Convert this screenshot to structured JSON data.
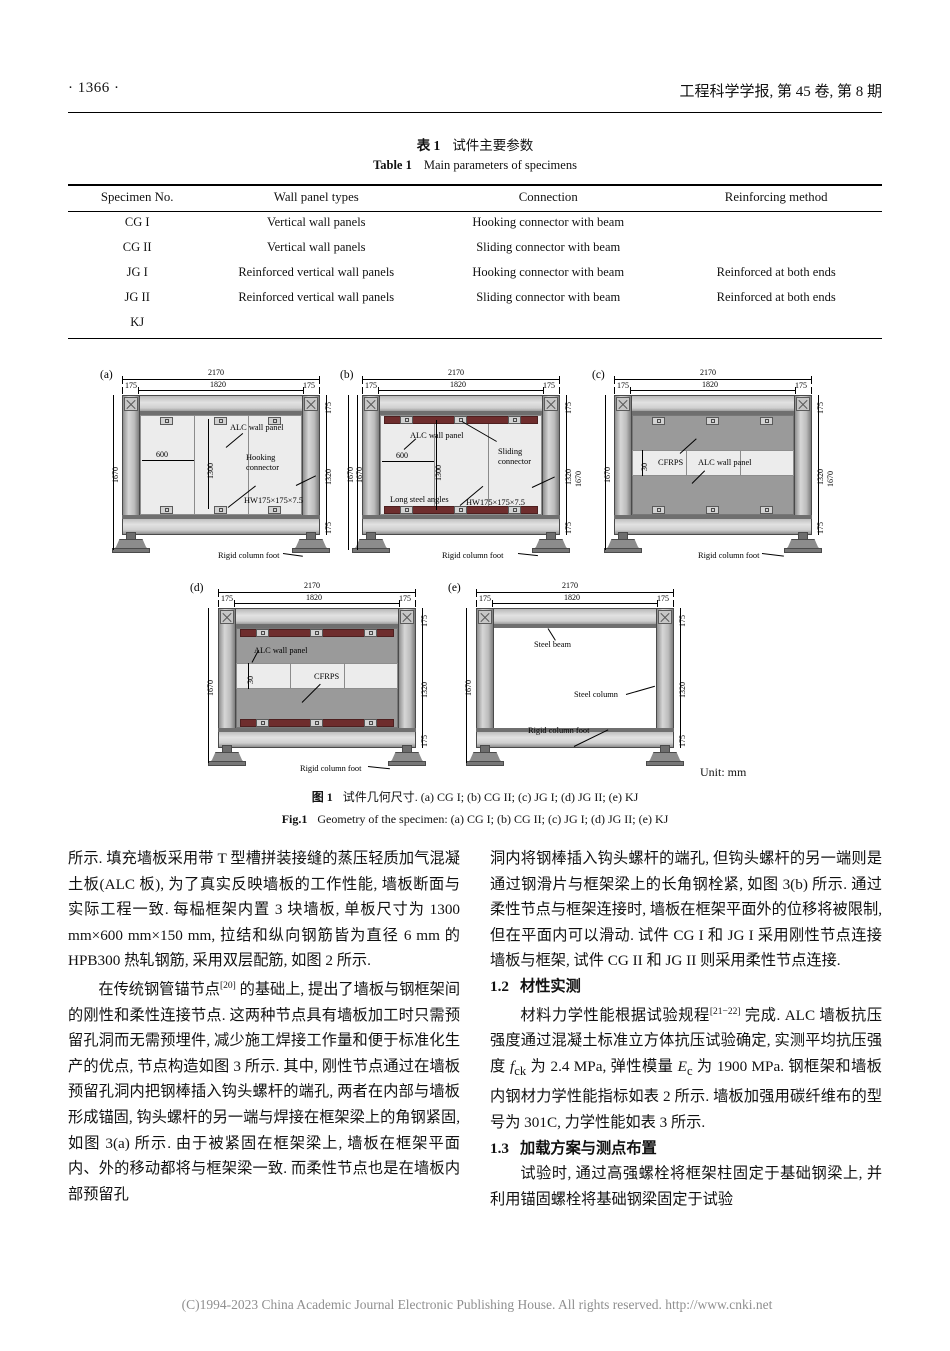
{
  "header": {
    "page_number": "· 1366 ·",
    "journal": "工程科学学报, 第 45 卷, 第 8 期"
  },
  "table1": {
    "caption_cn_label": "表 1",
    "caption_cn_text": "试件主要参数",
    "caption_en_label": "Table 1",
    "caption_en_text": "Main parameters of specimens",
    "columns": [
      "Specimen No.",
      "Wall panel types",
      "Connection",
      "Reinforcing method"
    ],
    "rows": [
      [
        "CG I",
        "Vertical wall panels",
        "Hooking connector with beam",
        ""
      ],
      [
        "CG II",
        "Vertical wall panels",
        "Sliding connector with beam",
        ""
      ],
      [
        "JG I",
        "Reinforced vertical wall panels",
        "Hooking connector with beam",
        "Reinforced at both ends"
      ],
      [
        "JG II",
        "Reinforced vertical wall panels",
        "Sliding connector with beam",
        "Reinforced at both ends"
      ],
      [
        "KJ",
        "",
        "",
        ""
      ]
    ]
  },
  "figure1": {
    "panel_labels": {
      "a": "(a)",
      "b": "(b)",
      "c": "(c)",
      "d": "(d)",
      "e": "(e)"
    },
    "unit_note": "Unit: mm",
    "dims": {
      "overall_width": "2170",
      "clear_width": "1820",
      "side_width": "175",
      "overall_height": "1670",
      "clear_height": "1320",
      "beam_depth": "175",
      "panel_width": "600",
      "panel_height": "1300",
      "cfrps_width": "30"
    },
    "annotations": {
      "alc": "ALC wall panel",
      "hooking": "Hooking\nconnector",
      "sliding": "Sliding\nconnector",
      "hw_section": "HW175×175×7.5",
      "long_steel_angles": "Long steel angles",
      "cfrps": "CFRPS",
      "rigid_foot": "Rigid column foot",
      "steel_beam": "Steel beam",
      "steel_column": "Steel column"
    },
    "caption_cn_label": "图 1",
    "caption_cn_text": "试件几何尺寸. (a) CG I; (b) CG II; (c) JG I; (d) JG II; (e) KJ",
    "caption_en_label": "Fig.1",
    "caption_en_text": "Geometry of the specimen: (a) CG I; (b) CG II; (c) JG I; (d) JG II; (e) KJ"
  },
  "body": {
    "left": {
      "p1": "所示. 填充墙板采用带 T 型槽拼装接缝的蒸压轻质加气混凝土板(ALC 板), 为了真实反映墙板的工作性能, 墙板断面与实际工程一致. 每榀框架内置 3 块墙板, 单板尺寸为 1300 mm×600 mm×150 mm, 拉结和纵向钢筋皆为直径 6 mm 的 HPB300 热轧钢筋, 采用双层配筋, 如图 2 所示.",
      "p2_a": "在传统钢管锚节点",
      "p2_sup": "[20]",
      "p2_b": " 的基础上, 提出了墙板与钢框架间的刚性和柔性连接节点. 这两种节点具有墙板加工时只需预留孔洞而无需预埋件, 减少施工焊接工作量和便于标准化生产的优点, 节点构造如图 3 所示. 其中, 刚性节点通过在墙板预留孔洞内把钢棒插入钩头螺杆的端孔, 两者在内部与墙板形成锚固, 钩头螺杆的另一端与焊接在框架梁上的角钢紧固, 如图 3(a) 所示. 由于被紧固在框架梁上, 墙板在框架平面内、外的移动都将与框架梁一致. 而柔性节点也是在墙板内部预留孔"
    },
    "right": {
      "p1": "洞内将钢棒插入钩头螺杆的端孔, 但钩头螺杆的另一端则是通过钢滑片与框架梁上的长角钢栓紧, 如图 3(b) 所示. 通过柔性节点与框架连接时, 墙板在框架平面外的位移将被限制, 但在平面内可以滑动. 试件 CG I 和 JG I 采用刚性节点连接墙板与框架, 试件 CG II 和 JG II 则采用柔性节点连接.",
      "sec12_num": "1.2",
      "sec12_title": "材性实测",
      "p2_a": "材料力学性能根据试验规程",
      "p2_sup": "[21−22]",
      "p2_b": " 完成. ALC 墙板抗压强度通过混凝土标准立方体抗压试验确定, 实测平均抗压强度 ",
      "p2_fck": "f",
      "p2_fck_sub": "ck",
      "p2_c": " 为 2.4 MPa, 弹性模量 ",
      "p2_Ec": "E",
      "p2_Ec_sub": "c",
      "p2_d": " 为 1900 MPa. 钢框架和墙板内钢材力学性能指标如表 2 所示. 墙板加强用碳纤维布的型号为 301C, 力学性能如表 3 所示.",
      "sec13_num": "1.3",
      "sec13_title": "加载方案与测点布置",
      "p3": "试验时, 通过高强螺栓将框架柱固定于基础钢梁上, 并利用锚固螺栓将基础钢梁固定于试验"
    }
  },
  "footer": {
    "text": "(C)1994-2023 China Academic Journal Electronic Publishing House. All rights reserved.     http://www.cnki.net"
  },
  "colors": {
    "red_band": "#6e2d2d",
    "panel_light": "#ececec",
    "panel_grey": "#9a9a9a",
    "steel": "#8f8f8f"
  }
}
